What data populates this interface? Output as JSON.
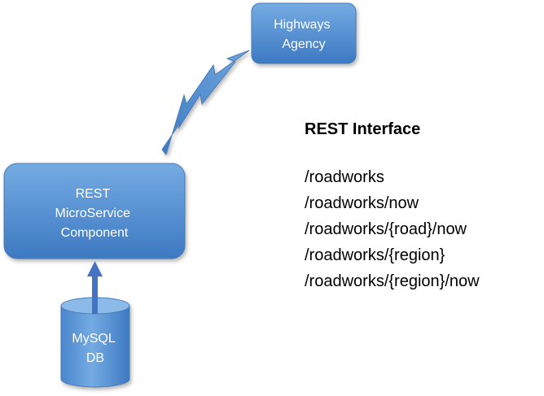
{
  "nodes": {
    "highways_agency": {
      "lines": [
        "Highways",
        "Agency"
      ]
    },
    "rest_service": {
      "lines": [
        "REST",
        "MicroService",
        "Component"
      ]
    },
    "mysql_db": {
      "lines": [
        "MySQL",
        "DB"
      ]
    }
  },
  "interface": {
    "title": "REST Interface",
    "endpoints": [
      "/roadworks",
      "/roadworks/now",
      "/roadworks/{road}/now",
      "/roadworks/{region}",
      "/roadworks/{region}/now"
    ]
  },
  "colors": {
    "box_fill_top": "#6aa4de",
    "box_fill_bottom": "#3f7cc4",
    "box_stroke": "#4a7ab5",
    "arrow": "#4472c4",
    "text_on_shape": "#ffffff"
  }
}
